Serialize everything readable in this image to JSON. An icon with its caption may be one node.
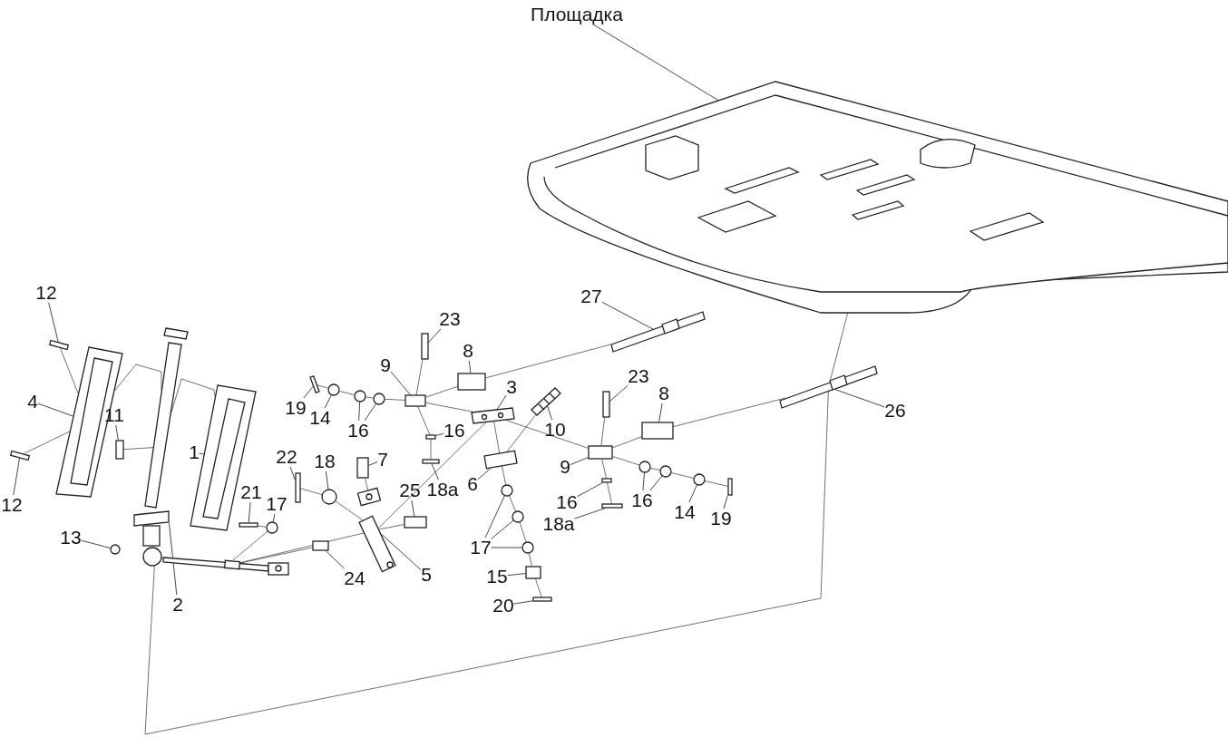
{
  "diagram": {
    "nodes": [
      {
        "text": [
          "Площадка"
        ]
      },
      {
        "text": [
          "12"
        ]
      },
      {
        "text": [
          "27"
        ]
      },
      {
        "text": [
          "23"
        ]
      },
      {
        "text": [
          "8"
        ]
      },
      {
        "text": [
          "9"
        ]
      },
      {
        "text": [
          "23"
        ]
      },
      {
        "text": [
          "3"
        ]
      },
      {
        "text": [
          "8"
        ]
      },
      {
        "text": [
          "19"
        ]
      },
      {
        "text": [
          "16"
        ]
      },
      {
        "text": [
          "10"
        ]
      },
      {
        "text": [
          "26"
        ]
      },
      {
        "text": [
          "14"
        ]
      },
      {
        "text": [
          "4"
        ]
      },
      {
        "text": [
          "16"
        ]
      },
      {
        "text": [
          "11"
        ]
      },
      {
        "text": [
          "1"
        ]
      },
      {
        "text": [
          "18"
        ]
      },
      {
        "text": [
          "7"
        ]
      },
      {
        "text": [
          "22"
        ]
      },
      {
        "text": [
          "9"
        ]
      },
      {
        "text": [
          "6"
        ]
      },
      {
        "text": [
          "18a"
        ]
      },
      {
        "text": [
          "25"
        ]
      },
      {
        "text": [
          "21"
        ]
      },
      {
        "text": [
          "16"
        ]
      },
      {
        "text": [
          "16"
        ]
      },
      {
        "text": [
          "14"
        ]
      },
      {
        "text": [
          "19"
        ]
      },
      {
        "text": [
          "12"
        ]
      },
      {
        "text": [
          "17"
        ]
      },
      {
        "text": [
          "18a"
        ]
      },
      {
        "text": [
          "13"
        ]
      },
      {
        "text": [
          "17"
        ]
      },
      {
        "text": [
          "24"
        ]
      },
      {
        "text": [
          "5"
        ]
      },
      {
        "text": [
          "15"
        ]
      },
      {
        "text": [
          "2"
        ]
      },
      {
        "text": [
          "20"
        ]
      },
      {
        "text": [],
        "shape": "picture"
      },
      {
        "text": [],
        "shape": "box"
      },
      {
        "text": [],
        "shape": "box"
      },
      {
        "text": [],
        "shape": "picture"
      },
      {
        "text": [],
        "shape": "box"
      },
      {
        "text": [],
        "shape": "picture"
      },
      {
        "text": [],
        "shape": "picture"
      },
      {
        "text": [],
        "shape": "circle"
      },
      {
        "text": [],
        "shape": "picture"
      },
      {
        "text": [],
        "shape": "box"
      },
      {
        "text": [],
        "shape": "circle"
      },
      {
        "text": [],
        "shape": "box"
      },
      {
        "text": [],
        "shape": "circle"
      },
      {
        "text": [],
        "shape": "box"
      },
      {
        "text": [],
        "shape": "picture"
      },
      {
        "text": [],
        "shape": "box"
      },
      {
        "text": [],
        "shape": "box"
      },
      {
        "text": [],
        "shape": "box"
      },
      {
        "text": [],
        "shape": "circle"
      },
      {
        "text": [],
        "shape": "circle"
      },
      {
        "text": [],
        "shape": "circle"
      },
      {
        "text": [],
        "shape": "box"
      },
      {
        "text": [],
        "shape": "box"
      },
      {
        "text": [],
        "shape": "box"
      },
      {
        "text": [],
        "shape": "picture"
      },
      {
        "text": [],
        "shape": "picture"
      },
      {
        "text": [],
        "shape": "box"
      },
      {
        "text": [],
        "shape": "box"
      },
      {
        "text": [],
        "shape": "box"
      },
      {
        "text": [],
        "shape": "circle"
      },
      {
        "text": [],
        "shape": "circle"
      },
      {
        "text": [],
        "shape": "circle"
      },
      {
        "text": [],
        "shape": "box"
      },
      {
        "text": [],
        "shape": "box"
      },
      {
        "text": [],
        "shape": "picture"
      },
      {
        "text": [],
        "shape": "box"
      },
      {
        "text": [],
        "shape": "box"
      },
      {
        "text": [],
        "shape": "box"
      },
      {
        "text": [],
        "shape": "box"
      },
      {
        "text": [],
        "shape": "circle"
      },
      {
        "text": [],
        "shape": "circle"
      },
      {
        "text": [],
        "shape": "box"
      },
      {
        "text": [],
        "shape": "circle"
      },
      {
        "text": [],
        "shape": "box"
      },
      {
        "text": [],
        "shape": "picture"
      }
    ],
    "edges": [
      {
        "from": 0,
        "to": 40,
        "arrow": "none"
      },
      {
        "from": 1,
        "to": 41,
        "arrow": "none"
      },
      {
        "from": 2,
        "to": 74,
        "arrow": "none"
      },
      {
        "from": 3,
        "to": 62,
        "arrow": "none"
      },
      {
        "from": 4,
        "to": 63,
        "arrow": "none"
      },
      {
        "from": 5,
        "to": 61,
        "arrow": "none"
      },
      {
        "from": 6,
        "to": 75,
        "arrow": "none"
      },
      {
        "from": 7,
        "to": 64,
        "arrow": "none"
      },
      {
        "from": 8,
        "to": 76,
        "arrow": "none"
      },
      {
        "from": 9,
        "to": 57,
        "arrow": "none"
      },
      {
        "from": 10,
        "to": 59,
        "arrow": "none"
      },
      {
        "from": 10,
        "to": 60,
        "arrow": "none"
      },
      {
        "from": 11,
        "to": 65,
        "arrow": "none"
      },
      {
        "from": 12,
        "to": 84,
        "arrow": "none"
      },
      {
        "from": 13,
        "to": 58,
        "arrow": "none"
      },
      {
        "from": 14,
        "to": 43,
        "arrow": "none"
      },
      {
        "from": 15,
        "to": 66,
        "arrow": "none"
      },
      {
        "from": 16,
        "to": 44,
        "arrow": "none"
      },
      {
        "from": 17,
        "to": 45,
        "arrow": "none"
      },
      {
        "from": 18,
        "to": 52,
        "arrow": "none"
      },
      {
        "from": 19,
        "to": 53,
        "arrow": "none"
      },
      {
        "from": 20,
        "to": 51,
        "arrow": "none"
      },
      {
        "from": 21,
        "to": 77,
        "arrow": "none"
      },
      {
        "from": 22,
        "to": 68,
        "arrow": "none"
      },
      {
        "from": 23,
        "to": 67,
        "arrow": "none"
      },
      {
        "from": 24,
        "to": 55,
        "arrow": "none"
      },
      {
        "from": 25,
        "to": 49,
        "arrow": "none"
      },
      {
        "from": 26,
        "to": 78,
        "arrow": "none"
      },
      {
        "from": 27,
        "to": 79,
        "arrow": "none"
      },
      {
        "from": 27,
        "to": 80,
        "arrow": "none"
      },
      {
        "from": 28,
        "to": 82,
        "arrow": "none"
      },
      {
        "from": 29,
        "to": 83,
        "arrow": "none"
      },
      {
        "from": 30,
        "to": 42,
        "arrow": "none"
      },
      {
        "from": 31,
        "to": 50,
        "arrow": "none"
      },
      {
        "from": 32,
        "to": 81,
        "arrow": "none"
      },
      {
        "from": 33,
        "to": 47,
        "arrow": "none"
      },
      {
        "from": 34,
        "to": 69,
        "arrow": "none"
      },
      {
        "from": 34,
        "to": 70,
        "arrow": "none"
      },
      {
        "from": 34,
        "to": 71,
        "arrow": "none"
      },
      {
        "from": 35,
        "to": 56,
        "arrow": "none"
      },
      {
        "from": 36,
        "to": 54,
        "arrow": "none"
      },
      {
        "from": 37,
        "to": 72,
        "arrow": "none"
      },
      {
        "from": 38,
        "to": 46,
        "arrow": "none"
      },
      {
        "from": 39,
        "to": 73,
        "arrow": "none"
      },
      {
        "from": 41,
        "to": 43,
        "arrow": "none"
      },
      {
        "from": 43,
        "to": 46,
        "arrow": "none"
      },
      {
        "from": 42,
        "to": 43,
        "arrow": "none"
      },
      {
        "from": 44,
        "to": 46,
        "arrow": "none"
      },
      {
        "from": 57,
        "to": 58,
        "arrow": "none"
      },
      {
        "from": 58,
        "to": 59,
        "arrow": "none"
      },
      {
        "from": 59,
        "to": 60,
        "arrow": "none"
      },
      {
        "from": 60,
        "to": 61,
        "arrow": "none"
      },
      {
        "from": 61,
        "to": 64,
        "arrow": "none"
      },
      {
        "from": 64,
        "to": 77,
        "arrow": "none"
      },
      {
        "from": 77,
        "to": 79,
        "arrow": "none"
      },
      {
        "from": 79,
        "to": 80,
        "arrow": "none"
      },
      {
        "from": 80,
        "to": 82,
        "arrow": "none"
      },
      {
        "from": 82,
        "to": 83,
        "arrow": "none"
      },
      {
        "from": 62,
        "to": 61,
        "arrow": "none"
      },
      {
        "from": 61,
        "to": 66,
        "arrow": "none"
      },
      {
        "from": 66,
        "to": 67,
        "arrow": "none"
      },
      {
        "from": 75,
        "to": 77,
        "arrow": "none"
      },
      {
        "from": 77,
        "to": 78,
        "arrow": "none"
      },
      {
        "from": 78,
        "to": 81,
        "arrow": "none"
      },
      {
        "from": 61,
        "to": 63,
        "arrow": "none"
      },
      {
        "from": 63,
        "to": 74,
        "arrow": "none"
      },
      {
        "from": 77,
        "to": 76,
        "arrow": "none"
      },
      {
        "from": 76,
        "to": 84,
        "arrow": "none"
      },
      {
        "from": 51,
        "to": 52,
        "arrow": "none"
      },
      {
        "from": 52,
        "to": 54,
        "arrow": "none"
      },
      {
        "from": 54,
        "to": 55,
        "arrow": "none"
      },
      {
        "from": 53,
        "to": 54,
        "arrow": "none"
      },
      {
        "from": 64,
        "to": 68,
        "arrow": "none"
      },
      {
        "from": 68,
        "to": 69,
        "arrow": "none"
      },
      {
        "from": 69,
        "to": 70,
        "arrow": "none"
      },
      {
        "from": 70,
        "to": 71,
        "arrow": "none"
      },
      {
        "from": 71,
        "to": 72,
        "arrow": "none"
      },
      {
        "from": 72,
        "to": 73,
        "arrow": "none"
      },
      {
        "from": 65,
        "to": 68,
        "arrow": "none"
      },
      {
        "from": 49,
        "to": 50,
        "arrow": "none"
      },
      {
        "from": 50,
        "to": 48,
        "arrow": "none"
      },
      {
        "from": 48,
        "to": 56,
        "arrow": "none"
      },
      {
        "from": 48,
        "to": 54,
        "arrow": "none"
      },
      {
        "from": 54,
        "to": 64,
        "arrow": "none"
      },
      {
        "from": 40,
        "to": 84,
        "arrow": "none"
      },
      {
        "from": 84,
        "to": 46,
        "arrow": "none"
      },
      {
        "from": 46,
        "to": 45,
        "arrow": "none"
      }
    ]
  }
}
